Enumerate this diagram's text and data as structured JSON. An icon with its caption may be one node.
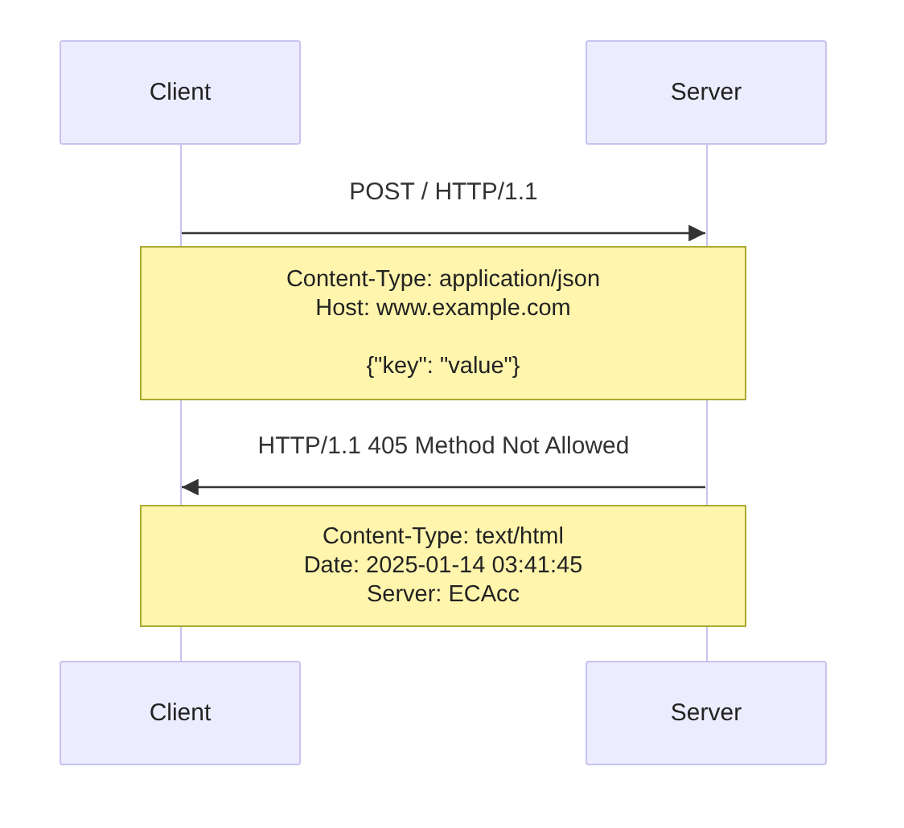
{
  "diagram": {
    "nodes": [
      {
        "text": [
          "Client"
        ]
      },
      {
        "text": [
          "Server"
        ]
      },
      {
        "text": [
          "Client"
        ]
      },
      {
        "text": [
          "Server"
        ]
      },
      {
        "text": [
          "Content-Type: application/json",
          "Host: www.example.com",
          "{\"key\": \"value\"}"
        ]
      },
      {
        "text": [
          "Content-Type: text/html",
          "Date: 2025-01-14 03:41:45",
          "Server: ECAcc"
        ]
      },
      {
        "text": [],
        "shape": "bar"
      },
      {
        "text": [],
        "shape": "bar"
      }
    ],
    "edges": [
      {
        "from": 6,
        "to": 7,
        "arrow": "to",
        "label": "POST / HTTP/1.1"
      },
      {
        "from": 7,
        "to": 6,
        "arrow": "to",
        "label": "HTTP/1.1 405 Method Not Allowed"
      }
    ]
  }
}
